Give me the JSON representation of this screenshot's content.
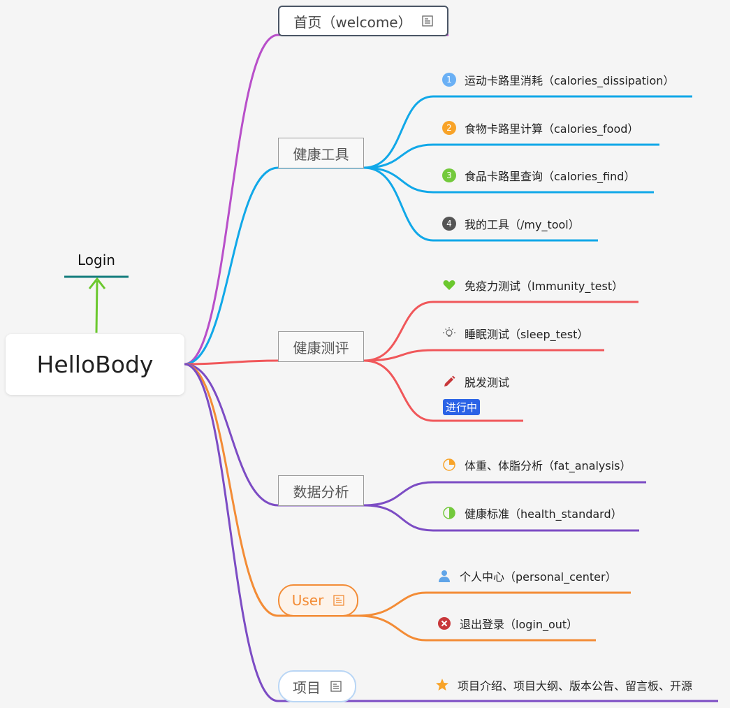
{
  "root": {
    "label": "HelloBody"
  },
  "login": {
    "label": "Login"
  },
  "topics": {
    "welcome": {
      "label": "首页（welcome）"
    },
    "health_tools": {
      "label": "健康工具"
    },
    "health_test": {
      "label": "健康测评"
    },
    "data_analysis": {
      "label": "数据分析"
    },
    "user": {
      "label": "User"
    },
    "project": {
      "label": "项目"
    }
  },
  "health_tools_items": [
    {
      "marker": "1",
      "label": "运动卡路里消耗（calories_dissipation）"
    },
    {
      "marker": "2",
      "label": "食物卡路里计算（calories_food）"
    },
    {
      "marker": "3",
      "label": "食品卡路里查询（calories_find）"
    },
    {
      "marker": "4",
      "label": "我的工具（/my_tool）"
    }
  ],
  "health_test_items": [
    {
      "icon": "heart-icon",
      "label": "免疫力测试（Immunity_test）"
    },
    {
      "icon": "lightbulb-icon",
      "label": "睡眠测试（sleep_test）"
    },
    {
      "icon": "pencil-icon",
      "label": "脱发测试",
      "badge": "进行中"
    }
  ],
  "data_analysis_items": [
    {
      "icon": "pie-quarter-icon",
      "label": "体重、体脂分析（fat_analysis）"
    },
    {
      "icon": "pie-half-icon",
      "label": "健康标准（health_standard）"
    }
  ],
  "user_items": [
    {
      "icon": "person-icon",
      "label": "个人中心（personal_center）"
    },
    {
      "icon": "close-circle-icon",
      "label": "退出登录（login_out）"
    }
  ],
  "project_items": [
    {
      "icon": "star-icon",
      "label": "项目介绍、项目大纲、版本公告、留言板、开源"
    }
  ],
  "colors": {
    "welcome": "#b84fc9",
    "health_tools": "#11a8e8",
    "health_test": "#f0575a",
    "data_analysis": "#7c4cc4",
    "user": "#f38c36",
    "project": "#7c4cc4",
    "login": "#6bc82e",
    "login_underline": "#127c7c",
    "num1": "#6ab0f5",
    "num2": "#f8a328",
    "num3": "#73c93c",
    "num4": "#555555"
  }
}
